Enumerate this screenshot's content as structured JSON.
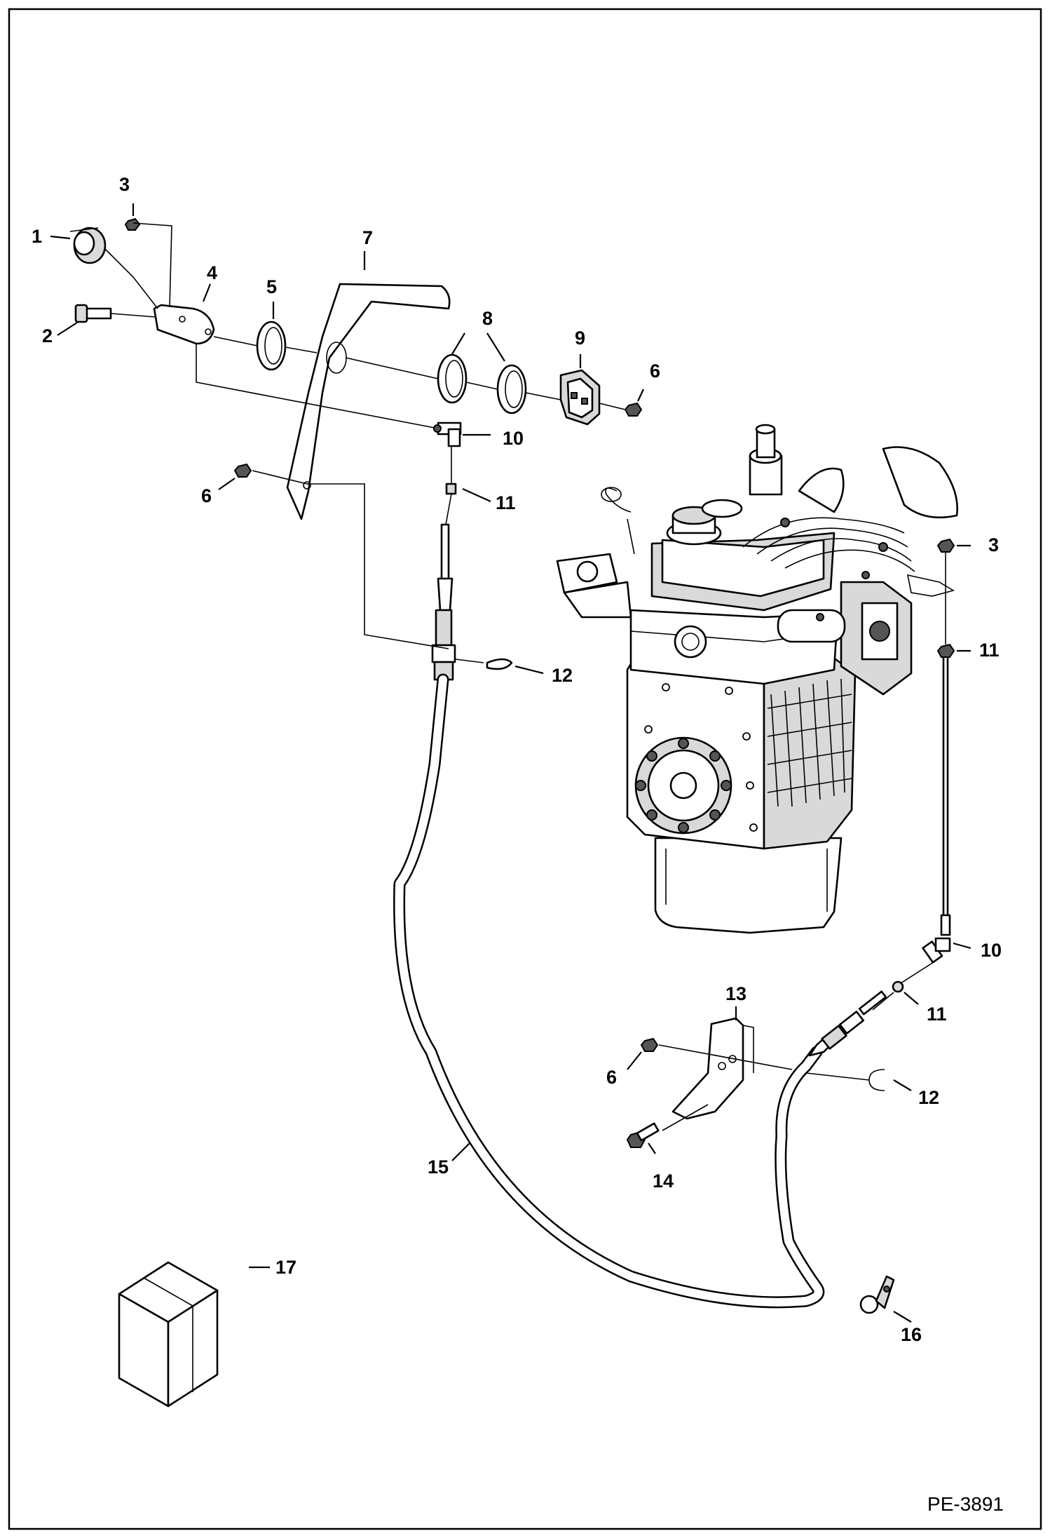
{
  "drawing_code": "PE-3891",
  "callouts": [
    {
      "id": "c1",
      "text": "1"
    },
    {
      "id": "c2",
      "text": "2"
    },
    {
      "id": "c3a",
      "text": "3"
    },
    {
      "id": "c3b",
      "text": "3"
    },
    {
      "id": "c4",
      "text": "4"
    },
    {
      "id": "c5",
      "text": "5"
    },
    {
      "id": "c6a",
      "text": "6"
    },
    {
      "id": "c6b",
      "text": "6"
    },
    {
      "id": "c6c",
      "text": "6"
    },
    {
      "id": "c7",
      "text": "7"
    },
    {
      "id": "c8",
      "text": "8"
    },
    {
      "id": "c9",
      "text": "9"
    },
    {
      "id": "c10a",
      "text": "10"
    },
    {
      "id": "c10b",
      "text": "10"
    },
    {
      "id": "c11a",
      "text": "11"
    },
    {
      "id": "c11b",
      "text": "11"
    },
    {
      "id": "c11c",
      "text": "11"
    },
    {
      "id": "c12a",
      "text": "12"
    },
    {
      "id": "c12b",
      "text": "12"
    },
    {
      "id": "c13",
      "text": "13"
    },
    {
      "id": "c14",
      "text": "14"
    },
    {
      "id": "c15",
      "text": "15"
    },
    {
      "id": "c16",
      "text": "16"
    },
    {
      "id": "c17",
      "text": "17"
    }
  ]
}
